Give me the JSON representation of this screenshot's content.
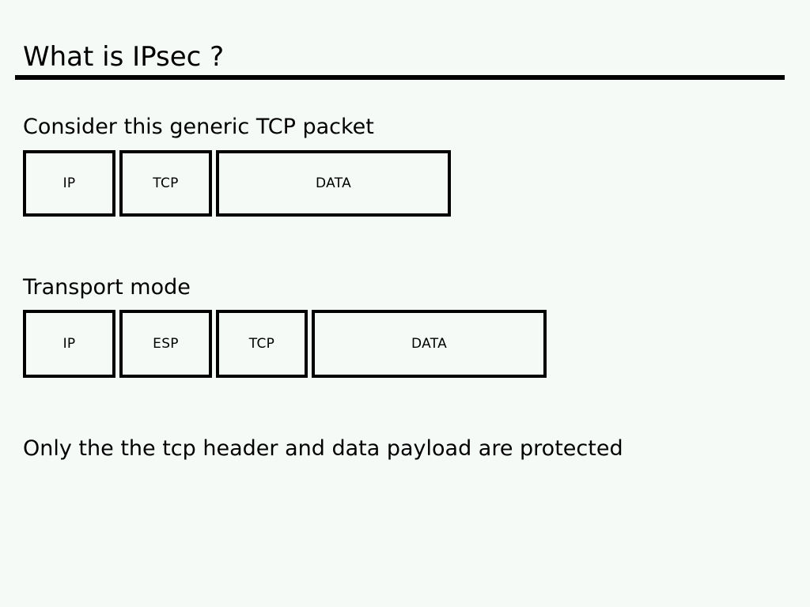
{
  "slide": {
    "title": "What is IPsec ?",
    "background_color": "#f5faf7",
    "rule_color": "#000000"
  },
  "sections": {
    "generic": {
      "heading": "Consider this generic TCP packet",
      "fields": [
        {
          "label": "IP"
        },
        {
          "label": "TCP"
        },
        {
          "label": "DATA"
        }
      ]
    },
    "transport": {
      "heading": "Transport mode",
      "fields": [
        {
          "label": "IP"
        },
        {
          "label": "ESP"
        },
        {
          "label": "TCP"
        },
        {
          "label": "DATA"
        }
      ],
      "caption": "Only the the tcp header and data payload are protected"
    }
  }
}
